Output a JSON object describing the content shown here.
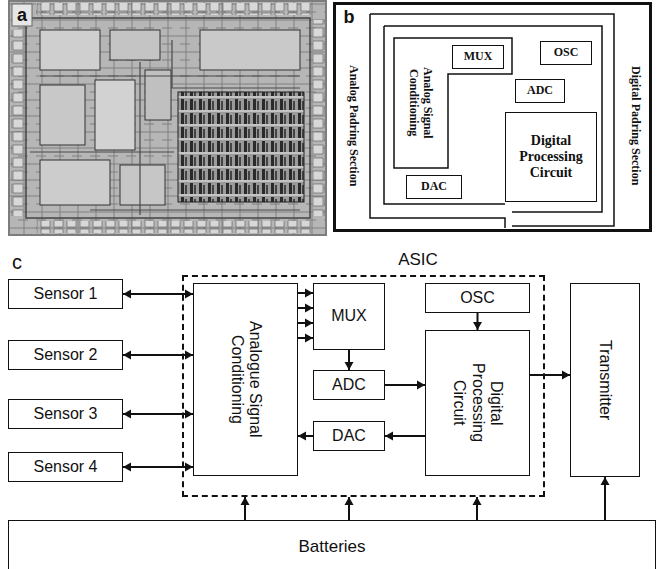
{
  "diagram": {
    "nodes": [
      {
        "text": [
          "Analog Signal Conditioning"
        ]
      },
      {
        "text": [
          "MUX"
        ]
      },
      {
        "text": [
          "OSC"
        ]
      },
      {
        "text": [
          "ADC"
        ]
      },
      {
        "text": [
          "Digital Processing Circuit"
        ]
      },
      {
        "text": [
          "DAC"
        ]
      },
      {
        "text": [
          "Sensor 1"
        ]
      },
      {
        "text": [
          "Sensor 2"
        ]
      },
      {
        "text": [
          "Sensor 3"
        ]
      },
      {
        "text": [
          "Sensor 4"
        ]
      },
      {
        "text": [
          "ASIC"
        ]
      },
      {
        "text": [
          "Analogue Signal Conditioning"
        ],
        "in": 10
      },
      {
        "text": [
          "MUX"
        ],
        "in": 10
      },
      {
        "text": [
          "OSC"
        ],
        "in": 10
      },
      {
        "text": [
          "ADC"
        ],
        "in": 10
      },
      {
        "text": [
          "DAC"
        ],
        "in": 10
      },
      {
        "text": [
          "Digital Processing Circuit"
        ],
        "in": 10
      },
      {
        "text": [
          "Transmitter"
        ]
      },
      {
        "text": [
          "Batteries"
        ]
      }
    ],
    "edges": [
      {
        "from": 6,
        "to": 11,
        "arrow": "both"
      },
      {
        "from": 7,
        "to": 11,
        "arrow": "both"
      },
      {
        "from": 8,
        "to": 11,
        "arrow": "both"
      },
      {
        "from": 9,
        "to": 11,
        "arrow": "both"
      },
      {
        "from": 11,
        "to": 12,
        "arrow": "to"
      },
      {
        "from": 11,
        "to": 12,
        "arrow": "to"
      },
      {
        "from": 11,
        "to": 12,
        "arrow": "to"
      },
      {
        "from": 11,
        "to": 12,
        "arrow": "to"
      },
      {
        "from": 12,
        "to": 14,
        "arrow": "to"
      },
      {
        "from": 14,
        "to": 16,
        "arrow": "to"
      },
      {
        "from": 16,
        "to": 15,
        "arrow": "to"
      },
      {
        "from": 15,
        "to": 11,
        "arrow": "to"
      },
      {
        "from": 13,
        "to": 16,
        "arrow": "to"
      },
      {
        "from": 16,
        "to": 17,
        "arrow": "to"
      },
      {
        "from": 18,
        "to": 10,
        "arrow": "to"
      },
      {
        "from": 18,
        "to": 10,
        "arrow": "to"
      },
      {
        "from": 18,
        "to": 10,
        "arrow": "to"
      },
      {
        "from": 18,
        "to": 17,
        "arrow": "to"
      }
    ],
    "labels": [
      "a",
      "b",
      "Analog Padring Section",
      "Digital Padring Section",
      "c"
    ]
  }
}
